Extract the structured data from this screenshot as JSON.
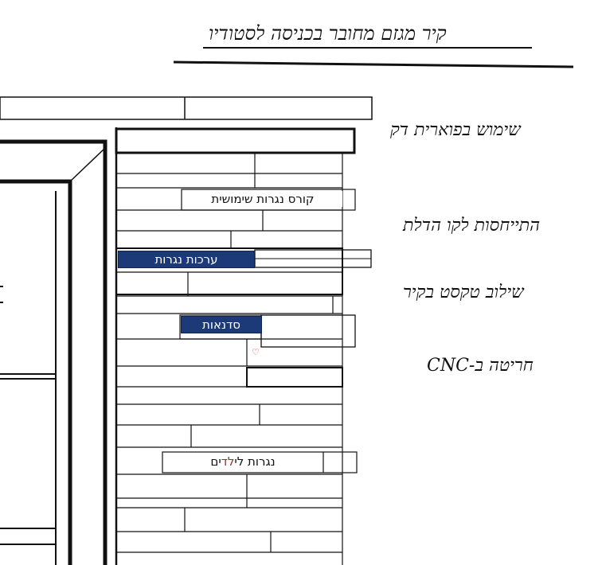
{
  "title": "קיר מגזם מחובר בכניסה לסטודיו",
  "wall_labels": {
    "course": "קורס נגרות שימושית",
    "kits": "ערכות נגרות",
    "workshops": "סדנאות",
    "kids_prefix": "נגרות לי",
    "kids_highlight": "לד",
    "kids_suffix": "ים"
  },
  "notes": {
    "note1": "שימוש בפוארית דק",
    "note2": "התייחסות לקו הדלת",
    "note3": "שילוב טקסט בקיר",
    "note4": "חריטה ב-CNC"
  },
  "colors": {
    "label_dark": "#1c3a78",
    "highlight": "#8b3a2b",
    "heart": "#d13b3b"
  }
}
